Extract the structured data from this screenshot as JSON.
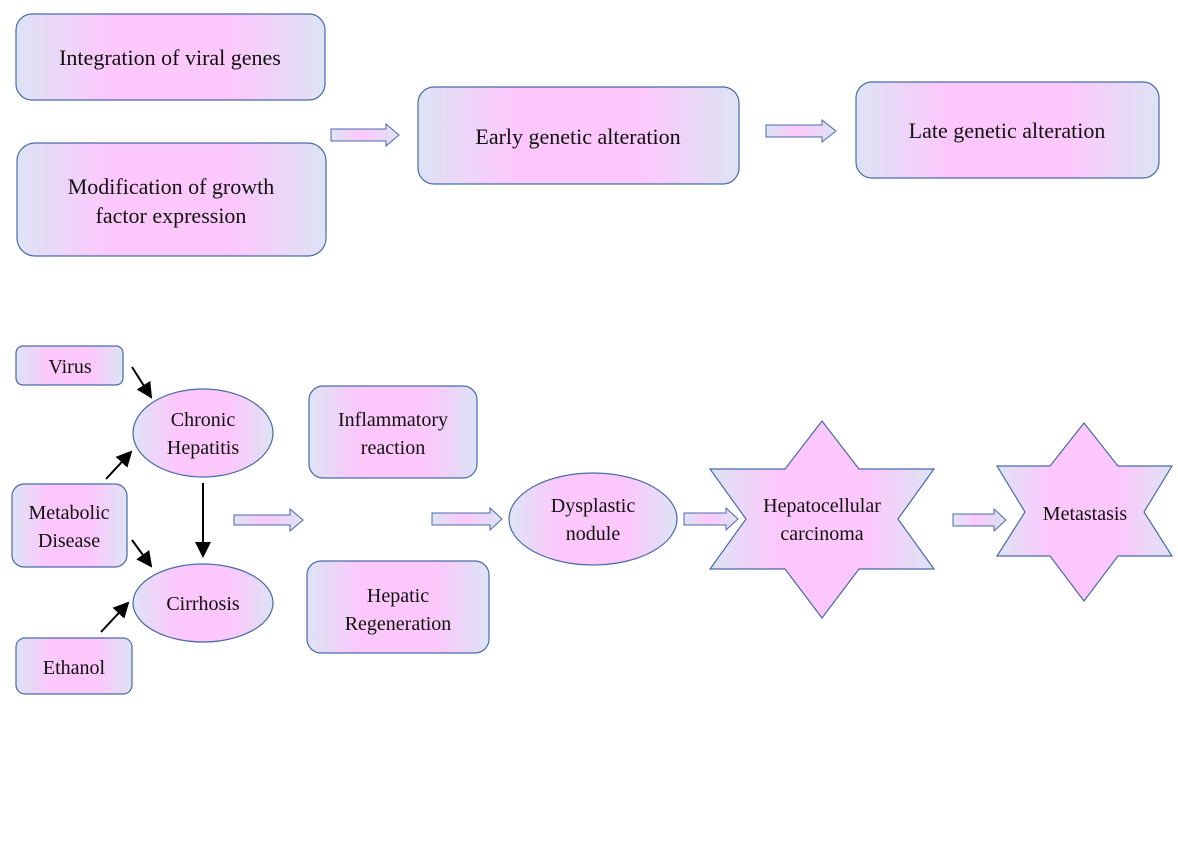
{
  "colors": {
    "fill_edge": "#dde3f5",
    "fill_center": "#fcc8fb",
    "stroke": "#4a6aa6",
    "arrow_line": "#000000"
  },
  "top_flow": {
    "integration": "Integration of viral genes",
    "modification": [
      "Modification of growth",
      "factor expression"
    ],
    "early": "Early genetic alteration",
    "late": "Late genetic alteration"
  },
  "bottom_flow": {
    "virus": "Virus",
    "metabolic": [
      "Metabolic",
      "Disease"
    ],
    "ethanol": "Ethanol",
    "chronic_hepatitis": [
      "Chronic",
      "Hepatitis"
    ],
    "cirrhosis": "Cirrhosis",
    "inflammatory": [
      "Inflammatory",
      "reaction"
    ],
    "regeneration": [
      "Hepatic",
      "Regeneration"
    ],
    "dysplastic": [
      "Dysplastic",
      "nodule"
    ],
    "hcc": [
      "Hepatocellular",
      "carcinoma"
    ],
    "metastasis": "Metastasis"
  }
}
